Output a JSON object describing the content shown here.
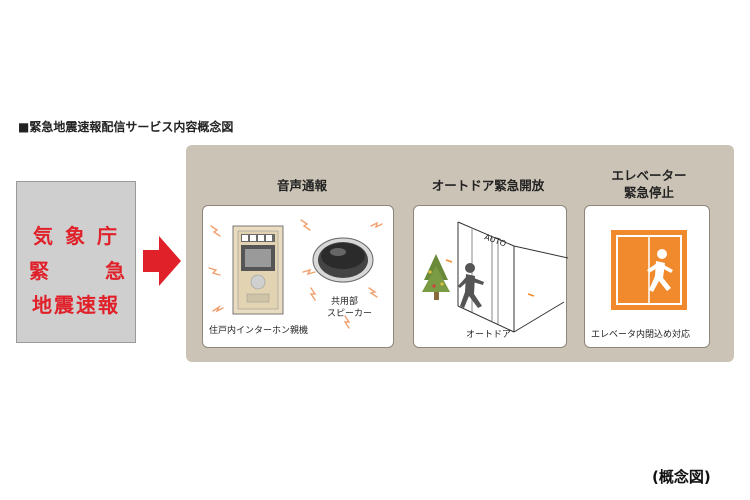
{
  "heading": "■緊急地震速報配信サービス内容概念図",
  "source": {
    "line1": "気象庁",
    "line2_left": "緊",
    "line2_right": "急",
    "line3": "地震速報"
  },
  "services": {
    "voice": {
      "title": "音声通報",
      "intercom_label": "住戸内インターホン親機",
      "speaker_label_1": "共用部",
      "speaker_label_2": "スピーカー"
    },
    "autodoor": {
      "title": "オートドア緊急開放",
      "sign": "AUTO",
      "label": "オートドア"
    },
    "elevator": {
      "title_1": "エレベーター",
      "title_2": "緊急停止",
      "label": "エレベータ内閉込め対応"
    }
  },
  "footnote": "(概念図)",
  "colors": {
    "red": "#e0212a",
    "panel": "#cbc3b5",
    "source_bg": "#cfcfcf",
    "orange": "#f08a2c",
    "spark": "#f0a070"
  }
}
